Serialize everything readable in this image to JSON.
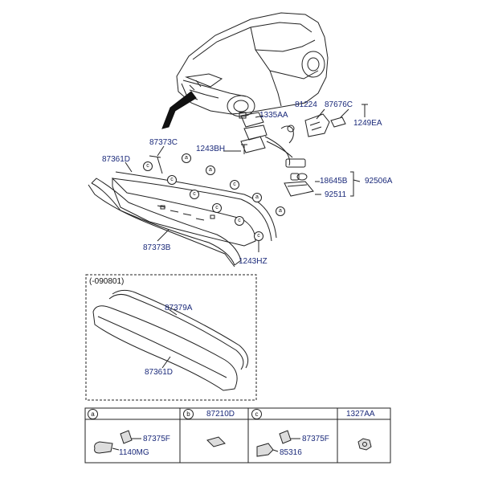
{
  "part_labels": {
    "p1335AA": "1335AA",
    "p81224": "81224",
    "p87676C": "87676C",
    "p1249EA": "1249EA",
    "p87373C": "87373C",
    "p1243BH": "1243BH",
    "p87361D_top": "87361D",
    "p18645B": "18645B",
    "p92506A": "92506A",
    "p92511": "92511",
    "p87373B": "87373B",
    "p1243HZ": "1243HZ",
    "p87379A": "87379A",
    "p87361D_bottom": "87361D",
    "t87210D": "87210D",
    "t87375F_a": "87375F",
    "t1140MG": "1140MG",
    "t87375F_c": "87375F",
    "t85316": "85316",
    "t1327AA": "1327AA"
  },
  "notes": {
    "variant_range": "(-090801)"
  },
  "callout_letters": {
    "a": "a",
    "b": "b",
    "c": "c"
  },
  "colors": {
    "label_blue": "#1b2a7a",
    "line": "#222222"
  }
}
